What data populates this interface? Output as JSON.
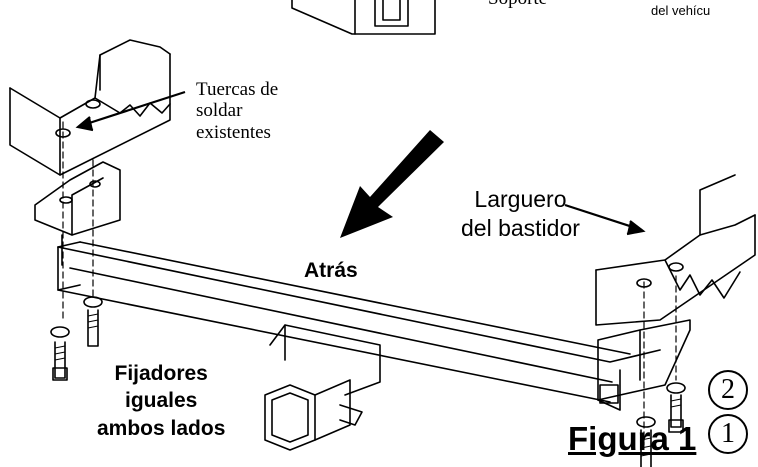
{
  "labels": {
    "soporte": "Soporte",
    "vehiculo": "del vehícu",
    "tuercas": [
      "Tuercas de",
      "soldar",
      "existentes"
    ],
    "larguero": [
      "Larguero",
      "del bastidor"
    ],
    "atras": "Atrás",
    "fijadores": [
      "Fijadores",
      "iguales",
      "ambos lados"
    ],
    "figura": "Figura 1",
    "step2": "2",
    "step1": "1"
  },
  "colors": {
    "line": "#000000",
    "background": "#ffffff"
  },
  "icons": {
    "direction": "thick-arrow-icon"
  }
}
